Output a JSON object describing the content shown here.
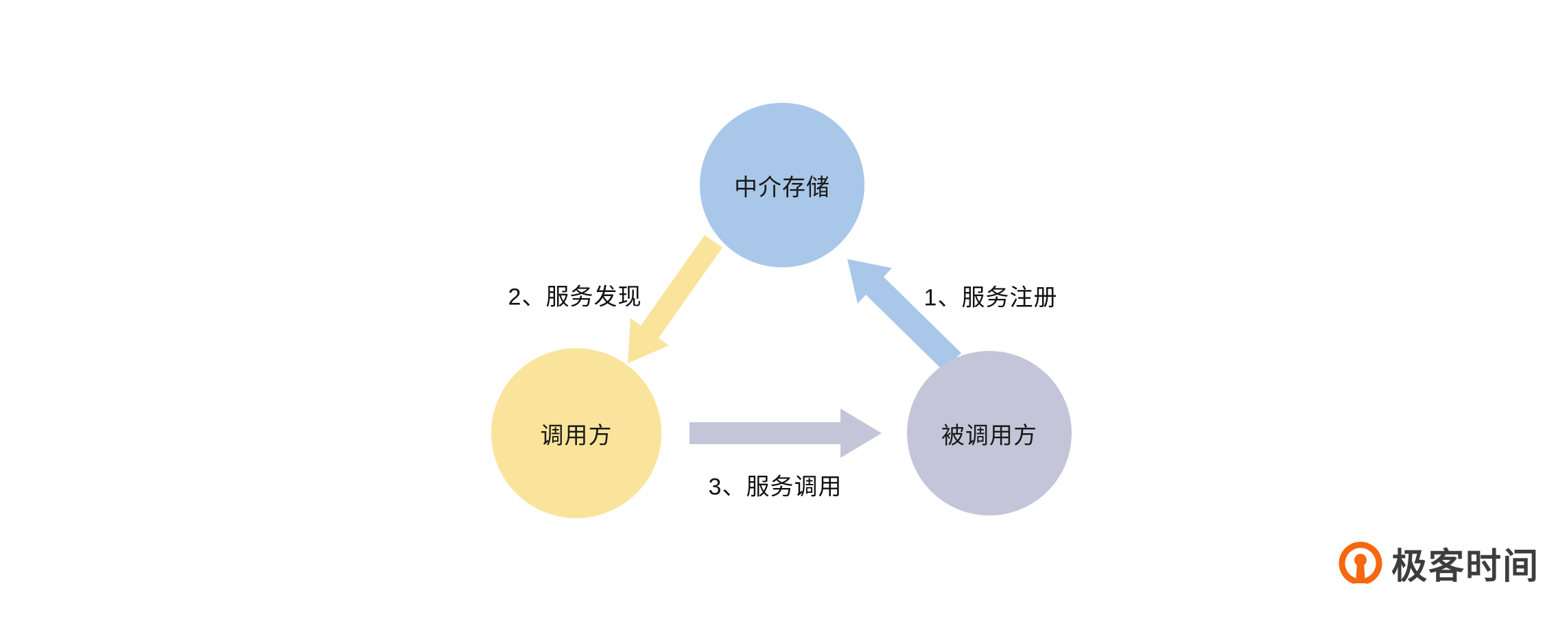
{
  "diagram": {
    "nodes": {
      "storage": {
        "label": "中介存储",
        "color": "#A9C7E8"
      },
      "caller": {
        "label": "调用方",
        "color": "#FAE49C"
      },
      "callee": {
        "label": "被调用方",
        "color": "#C5C5D9"
      }
    },
    "edges": {
      "register": {
        "label": "1、服务注册",
        "color": "#A9C7E8"
      },
      "discover": {
        "label": "2、服务发现",
        "color": "#FAE49C"
      },
      "invoke": {
        "label": "3、服务调用",
        "color": "#C5C5D9"
      }
    },
    "brand": {
      "name": "极客时间",
      "color": "#F7670E",
      "text_color": "#3d3d3d"
    }
  }
}
